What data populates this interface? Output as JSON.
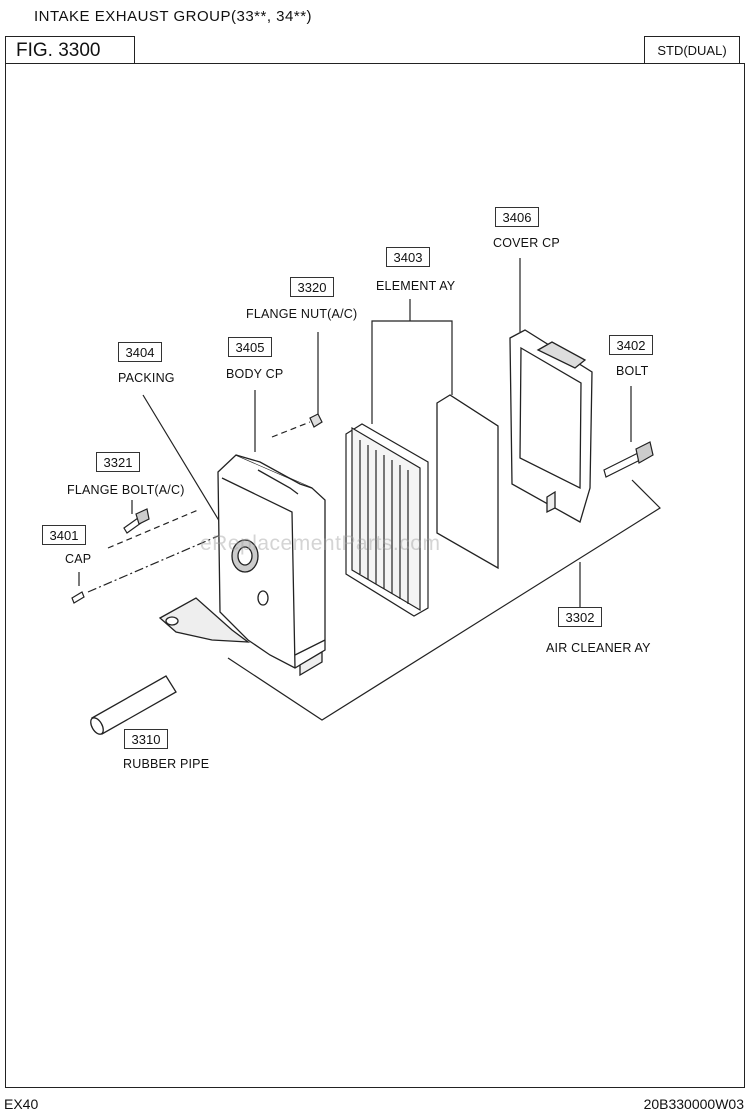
{
  "header": {
    "title": "INTAKE EXHAUST GROUP(33**, 34**)",
    "figure": "FIG. 3300",
    "variant": "STD(DUAL)"
  },
  "parts": [
    {
      "number": "3406",
      "name": "COVER CP"
    },
    {
      "number": "3403",
      "name": "ELEMENT AY"
    },
    {
      "number": "3320",
      "name": "FLANGE NUT(A/C)"
    },
    {
      "number": "3404",
      "name": "PACKING"
    },
    {
      "number": "3405",
      "name": "BODY CP"
    },
    {
      "number": "3402",
      "name": "BOLT"
    },
    {
      "number": "3321",
      "name": "FLANGE BOLT(A/C)"
    },
    {
      "number": "3401",
      "name": "CAP"
    },
    {
      "number": "3302",
      "name": "AIR CLEANER AY"
    },
    {
      "number": "3310",
      "name": "RUBBER PIPE"
    }
  ],
  "watermark": "eReplacementParts.com",
  "footer": {
    "model": "EX40",
    "code": "20B330000W03"
  }
}
